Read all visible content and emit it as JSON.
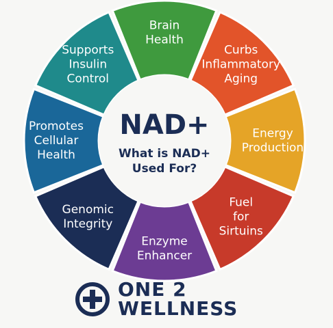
{
  "center": {
    "title": "NAD+",
    "subtitle_line1": "What is NAD+",
    "subtitle_line2": "Used For?"
  },
  "segments": [
    {
      "lines": [
        "Brain",
        "Health"
      ],
      "color": "#3f9a3e"
    },
    {
      "lines": [
        "Curbs",
        "Inflammatory",
        "Aging"
      ],
      "color": "#e2542a"
    },
    {
      "lines": [
        "Energy",
        "Production"
      ],
      "color": "#e5a427"
    },
    {
      "lines": [
        "Fuel",
        "for",
        "Sirtuins"
      ],
      "color": "#c73a2a"
    },
    {
      "lines": [
        "Enzyme",
        "Enhancer"
      ],
      "color": "#6c3c93"
    },
    {
      "lines": [
        "Genomic",
        "Integrity"
      ],
      "color": "#1b2d55"
    },
    {
      "lines": [
        "Promotes",
        "Cellular",
        "Health"
      ],
      "color": "#1a6799"
    },
    {
      "lines": [
        "Supports",
        "Insulin",
        "Control"
      ],
      "color": "#1f8a8b"
    }
  ],
  "brand": {
    "line1": "ONE 2",
    "line2": "WELLNESS",
    "icon": "plus-circle-icon",
    "color": "#1b2d55"
  }
}
